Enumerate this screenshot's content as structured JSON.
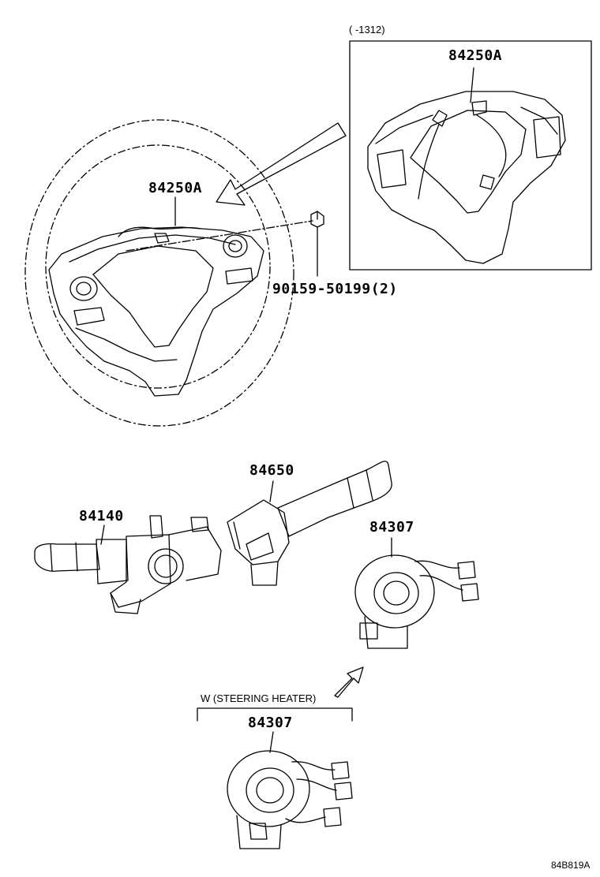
{
  "labels": {
    "wheel_main": "84250A",
    "wheel_inset": "84250A",
    "inset_range": "(      -1312)",
    "screw": "90159-50199(2)",
    "combo_switch_left": "84140",
    "combo_switch_right": "84650",
    "spiral_cable": "84307",
    "spiral_cable_heater": "84307",
    "heater_note": "W (STEERING HEATER)",
    "figure_code": "84B819A"
  }
}
